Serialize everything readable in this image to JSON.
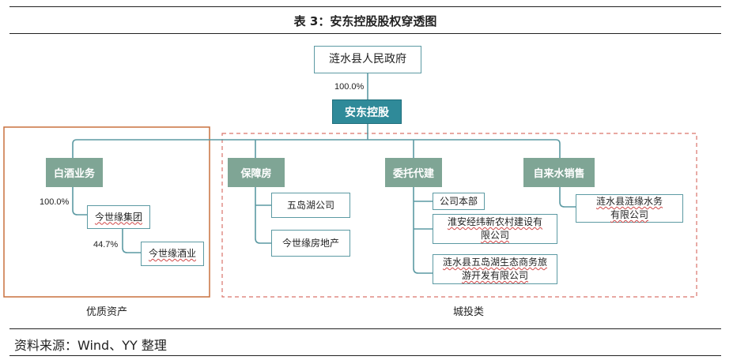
{
  "header": {
    "title": "表 3：安东控股股权穿透图"
  },
  "footer": {
    "source": "资料来源：Wind、YY 整理"
  },
  "chart": {
    "top_entity": "涟水县人民政府",
    "top_stake": "100.0%",
    "holding": "安东控股",
    "groups": {
      "quality_assets": "优质资产",
      "chengtou": "城投类"
    },
    "segments": {
      "baijiu": "白酒业务",
      "baozhangfang": "保障房",
      "weituo": "委托代建",
      "water": "自来水销售"
    },
    "baijiu_chain": {
      "stake1": "100.0%",
      "group_co": "今世缘集团",
      "stake2": "44.7%",
      "liquor_co": "今世缘酒业"
    },
    "baozhangfang_items": [
      "五岛湖公司",
      "今世缘房地产"
    ],
    "weituo_items": [
      "公司本部",
      "淮安经纬新农村建设有限公司",
      "涟水县五岛湖生态商务旅游开发有限公司"
    ],
    "water_item": "涟水县涟缘水务有限公司"
  },
  "colors": {
    "teal_box": "#7fa595",
    "dark_teal_box": "#2f8a99",
    "connector": "#5c9aa3",
    "quality_border": "#c8703e",
    "chengtou_border": "#d9736a"
  }
}
